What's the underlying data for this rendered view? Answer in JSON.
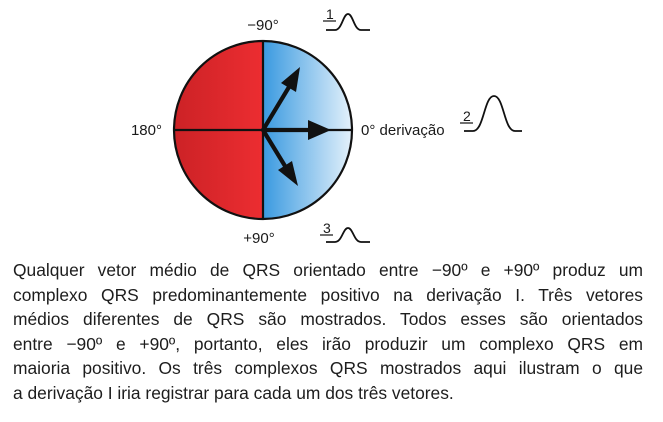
{
  "diagram": {
    "labels": {
      "top": "−90°",
      "left": "180°",
      "right": "0° derivação",
      "bottom": "+90°"
    },
    "complexes": [
      {
        "number": "1",
        "shape": "small-positive"
      },
      {
        "number": "2",
        "shape": "tall-positive"
      },
      {
        "number": "3",
        "shape": "small-positive"
      }
    ],
    "colors": {
      "left_half": "#e0262b",
      "right_half_start": "#3a9ae0",
      "right_half_end": "#e4f1fb",
      "outline": "#111111"
    },
    "vectors": [
      "upper-right",
      "right",
      "lower-right"
    ]
  },
  "caption": {
    "lines": [
      "Qualquer vetor médio de QRS orientado entre −90º e +90º produz um",
      "complexo QRS predominantemente positivo na derivação I. Três vetores",
      "médios diferentes de QRS são mostrados. Todos esses são orientados",
      "entre −90º e +90º, portanto, eles irão produzir um complexo QRS em",
      "maioria positivo. Os três complexos QRS mostrados aqui ilustram o que",
      "a derivação I iria registrar para cada um dos três vetores."
    ]
  }
}
